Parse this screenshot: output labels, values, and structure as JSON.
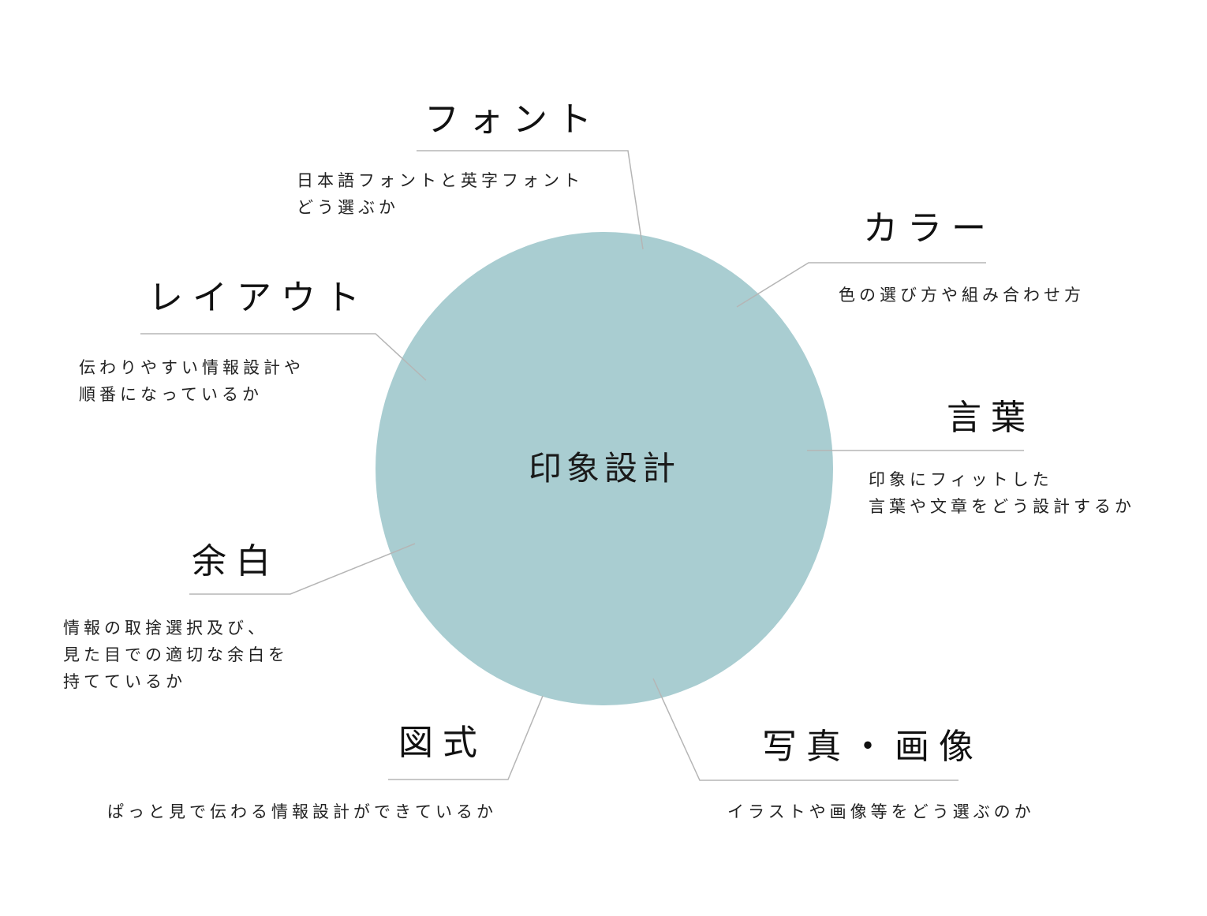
{
  "center": {
    "label": "印象設計"
  },
  "colors": {
    "circle": "#a9cdd1",
    "line": "#b5b5b5",
    "text": "#1a1a1a",
    "background": "#ffffff"
  },
  "nodes": {
    "font": {
      "title": "フォント",
      "desc": [
        "日本語フォントと英字フォント",
        "どう選ぶか"
      ]
    },
    "color": {
      "title": "カラー",
      "desc": [
        "色の選び方や組み合わせ方"
      ]
    },
    "layout": {
      "title": "レイアウト",
      "desc": [
        "伝わりやすい情報設計や",
        "順番になっているか"
      ]
    },
    "words": {
      "title": "言葉",
      "desc": [
        "印象にフィットした",
        "言葉や文章をどう設計するか"
      ]
    },
    "whitespace": {
      "title": "余白",
      "desc": [
        "情報の取捨選択及び、",
        "見た目での適切な余白を",
        "持てているか"
      ]
    },
    "diagram": {
      "title": "図式",
      "desc": [
        "ぱっと見で伝わる情報設計ができているか"
      ]
    },
    "photo": {
      "title": "写真・画像",
      "desc": [
        "イラストや画像等をどう選ぶのか"
      ]
    }
  }
}
